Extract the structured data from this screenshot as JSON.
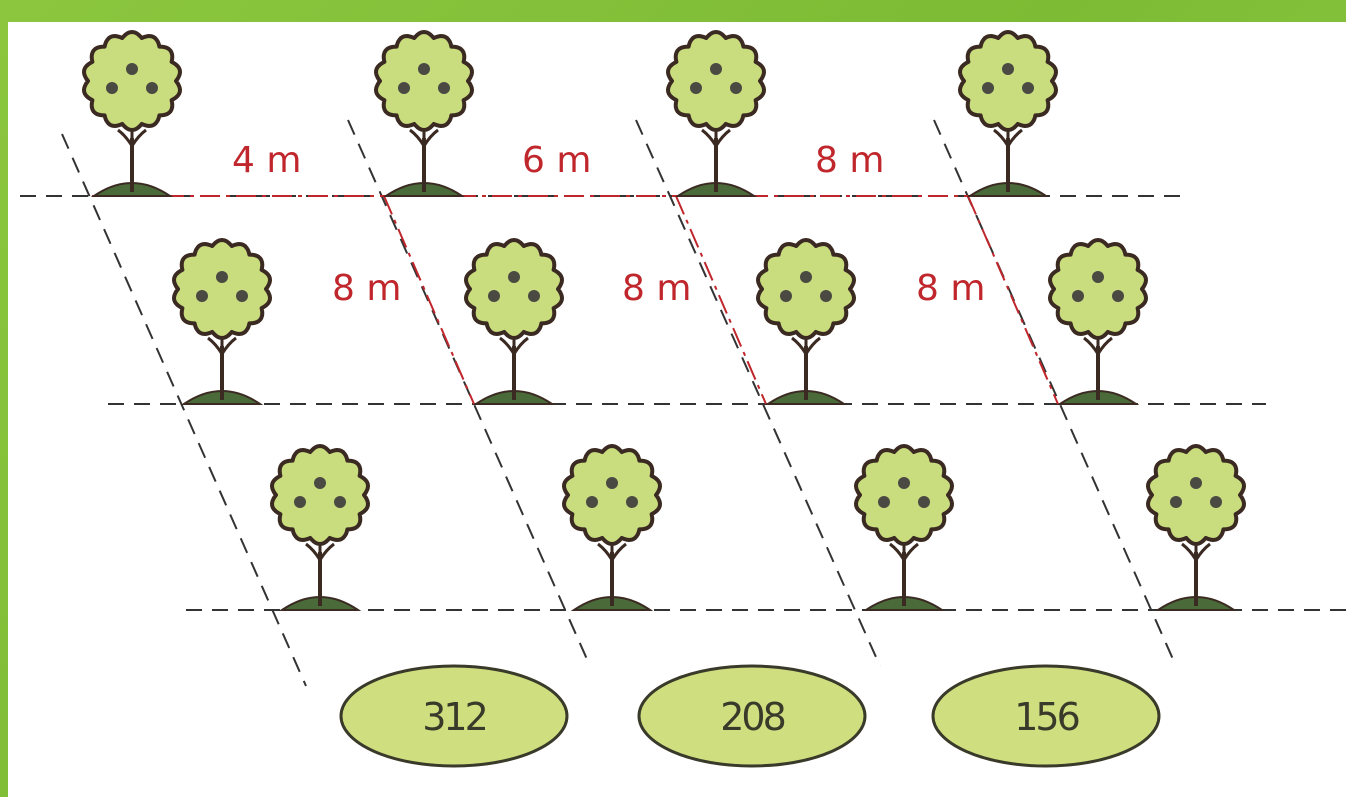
{
  "colors": {
    "frame": "#8cc63f",
    "background": "#ffffff",
    "tree_canopy": "#c9dc7e",
    "tree_outline": "#3a2a22",
    "tree_fruit": "#4a4a42",
    "ground_mound": "#4a6a3a",
    "guide_line": "#333333",
    "spacing_line": "#c0272d",
    "spacing_text": "#c0272d",
    "ellipse_fill": "#cfdf80",
    "ellipse_stroke": "#3a3a2a"
  },
  "spacing_labels": {
    "row_spacing": [
      "4 m",
      "6 m",
      "8 m"
    ],
    "diagonal_spacing": [
      "8 m",
      "8 m",
      "8 m"
    ]
  },
  "counts": [
    "312",
    "208",
    "156"
  ],
  "icon": "tree-icon"
}
